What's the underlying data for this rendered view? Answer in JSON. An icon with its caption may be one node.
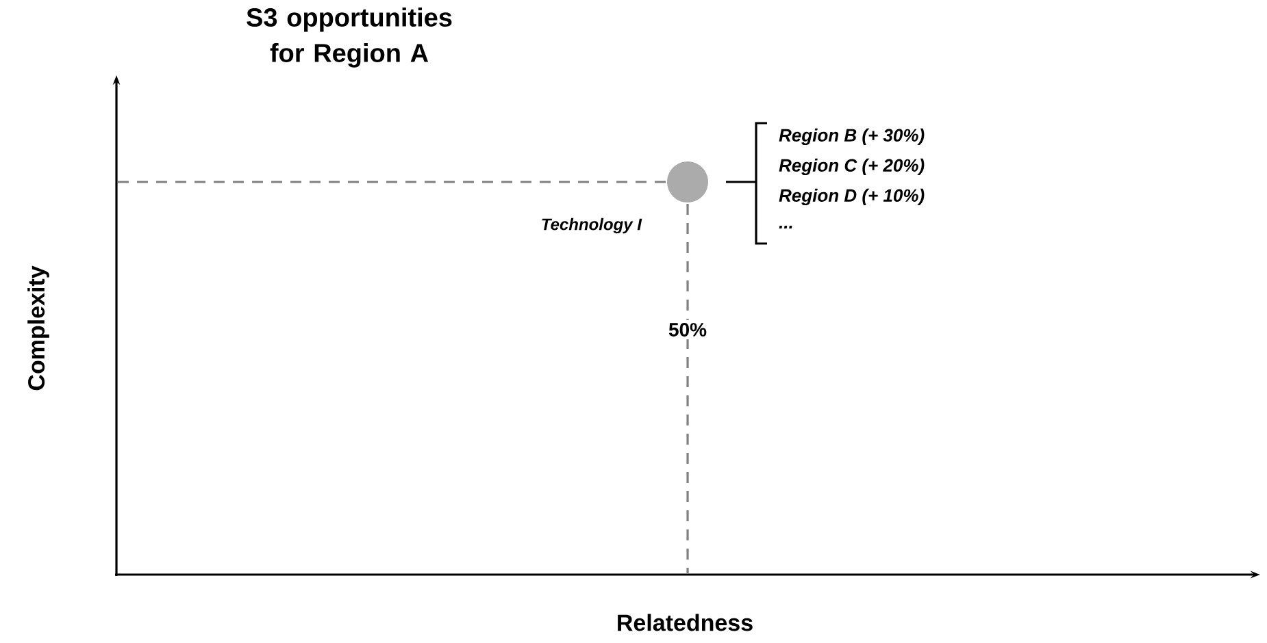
{
  "diagram": {
    "title": "S3 opportunities for Region A",
    "nodes": [
      {
        "text": [],
        "shape": "circle",
        "beside": [
          "Technology I"
        ]
      }
    ],
    "labels": [
      "Region B (+ 30%)",
      "Region C (+ 20%)",
      "Region D (+ 10%)",
      "...",
      "50%",
      "Complexity",
      "Relatedness"
    ]
  }
}
